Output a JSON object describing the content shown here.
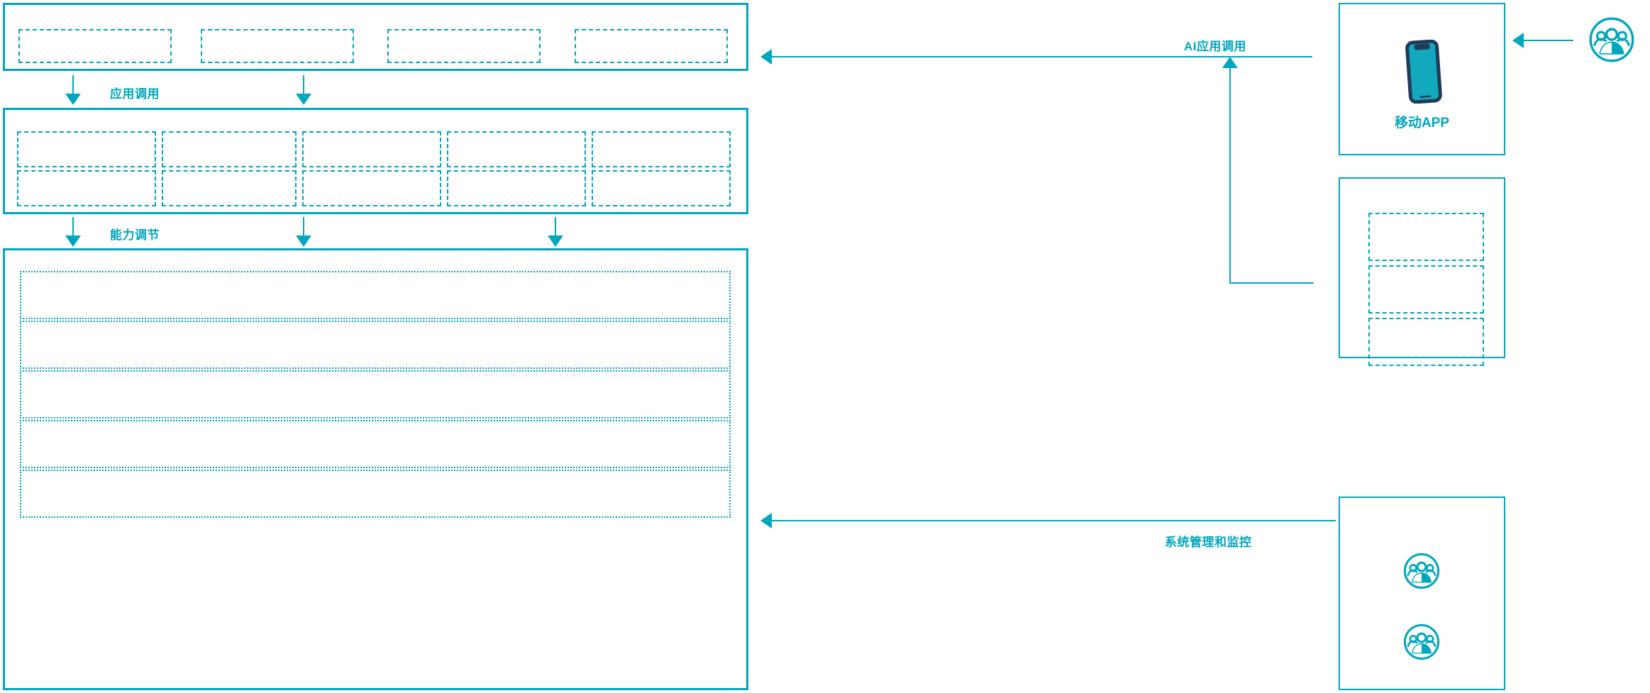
{
  "theme": {
    "accent": "#00A6BD",
    "icon_dark": "#1F3B57",
    "background": "#FFFFFF"
  },
  "diagram": {
    "type": "architecture-layered-flow",
    "layers": [
      {
        "id": "application-layer",
        "name": "application-layer-panel",
        "slots": 4,
        "slot_labels": [
          "",
          "",
          "",
          ""
        ]
      },
      {
        "id": "capability-layer",
        "name": "capability-layer-panel",
        "columns": 5,
        "rows": 2,
        "slot_labels": [
          "",
          "",
          "",
          "",
          "",
          "",
          "",
          "",
          "",
          ""
        ]
      },
      {
        "id": "platform-layer",
        "name": "platform-layer-panel",
        "rows": 5,
        "slot_labels": [
          "",
          "",
          "",
          "",
          ""
        ]
      }
    ],
    "flow_labels": {
      "application_call": "应用调用",
      "capability_adjust": "能力调节",
      "ai_application_call": "AI应用调用",
      "system_management_monitoring": "系统管理和监控"
    },
    "right_column": {
      "mobile_app_card": {
        "label": "移动APP",
        "icon": "mobile-phone-icon"
      },
      "middle_card": {
        "label": "",
        "slots": 3,
        "slot_labels": [
          "",
          "",
          ""
        ]
      },
      "bottom_card": {
        "label": "",
        "icons": [
          "user-group-icon",
          "user-group-icon"
        ]
      },
      "external_actor": {
        "label": "",
        "icon": "user-group-icon"
      }
    }
  }
}
